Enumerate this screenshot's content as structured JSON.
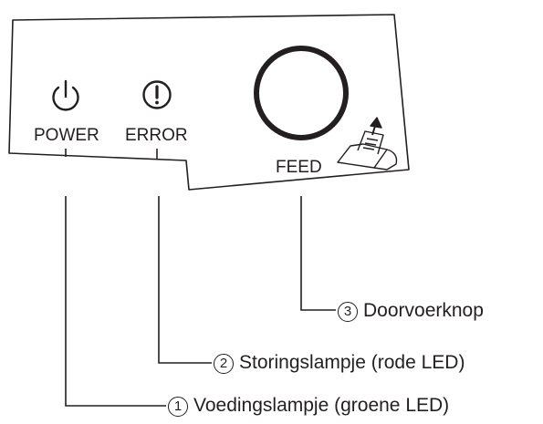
{
  "panel": {
    "power_label": "POWER",
    "error_label": "ERROR",
    "feed_label": "FEED"
  },
  "icons": {
    "power": "power-icon",
    "error": "exclamation-circle-icon",
    "paper": "paper-feed-icon"
  },
  "callouts": [
    {
      "number": "3",
      "text": "Doorvoerknop"
    },
    {
      "number": "2",
      "text": "Storingslampje (rode LED)"
    },
    {
      "number": "1",
      "text": "Voedingslampje (groene LED)"
    }
  ],
  "colors": {
    "line": "#231f20",
    "background": "#ffffff"
  }
}
